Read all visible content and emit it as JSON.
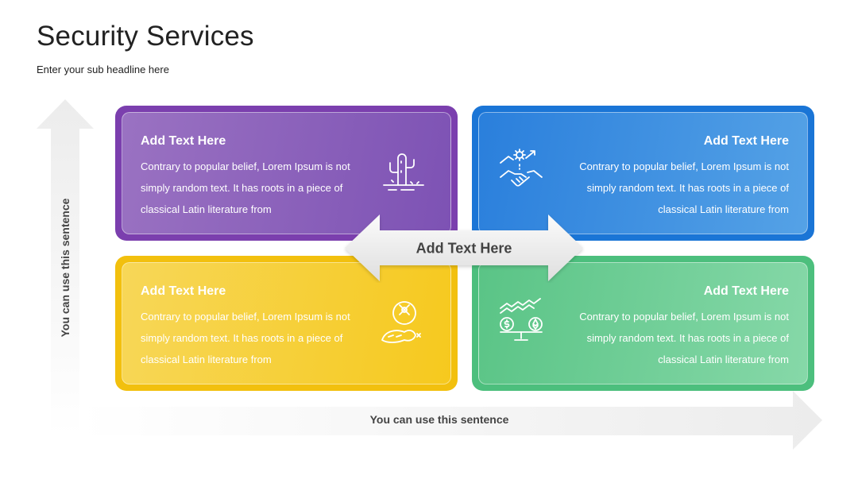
{
  "slide": {
    "title": "Security Services",
    "subtitle": "Enter your sub headline here"
  },
  "axes": {
    "y_label": "You can use this sentence",
    "x_label": "You can use this sentence"
  },
  "center": {
    "label": "Add Text Here"
  },
  "quadrants": [
    {
      "heading": "Add Text Here",
      "body": "Contrary to popular belief, Lorem Ipsum is not simply random text. It has roots in a piece of classical Latin literature from",
      "icon": "cactus-desert-icon",
      "color": "#7b3fae"
    },
    {
      "heading": "Add Text Here",
      "body": "Contrary to popular belief, Lorem Ipsum is not simply random text. It has roots in a piece of classical Latin literature from",
      "icon": "handshake-growth-icon",
      "color": "#1a75d6"
    },
    {
      "heading": "Add Text Here",
      "body": "Contrary to popular belief, Lorem Ipsum is not simply random text. It has roots in a piece of classical Latin literature from",
      "icon": "dead-fish-location-icon",
      "color": "#f2c00e"
    },
    {
      "heading": "Add Text Here",
      "body": "Contrary to popular belief, Lorem Ipsum is not simply random text. It has roots in a piece of classical Latin literature from",
      "icon": "currency-balance-scale-icon",
      "color": "#4cbf7d"
    }
  ]
}
